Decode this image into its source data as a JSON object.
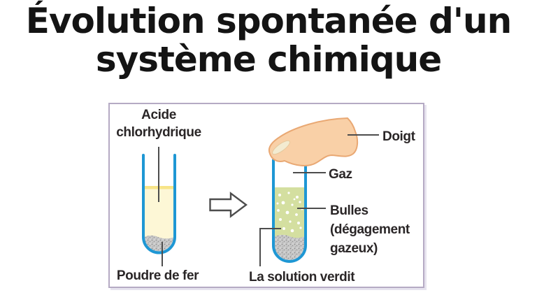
{
  "title": {
    "line1": "Évolution spontanée d'un",
    "line2": "système chimique"
  },
  "diagram": {
    "acid_label": "Acide chlorhydrique",
    "iron_label": "Poudre de fer",
    "finger_label": "Doigt",
    "gas_label": "Gaz",
    "bubbles_label": "Bulles (dégagement gazeux)",
    "solution_label": "La solution verdit"
  },
  "colors": {
    "tube-blue": "#1e97d4",
    "acid-fill": "#fdf7d6",
    "acid-meniscus": "#f7e488",
    "solution-green": "#d4dfa0",
    "powder-gray": "#c9c9c9",
    "powder-speck": "#8f8f8f",
    "finger-fill": "#f9d0a7",
    "finger-outline": "#e9a873",
    "nail-fill": "#f3ebd1",
    "nail-outline": "#e6c89c",
    "leader-line": "#4d4d4d",
    "box-border": "#b5aac4",
    "title-color": "#141414",
    "label-color": "#2a2627"
  }
}
